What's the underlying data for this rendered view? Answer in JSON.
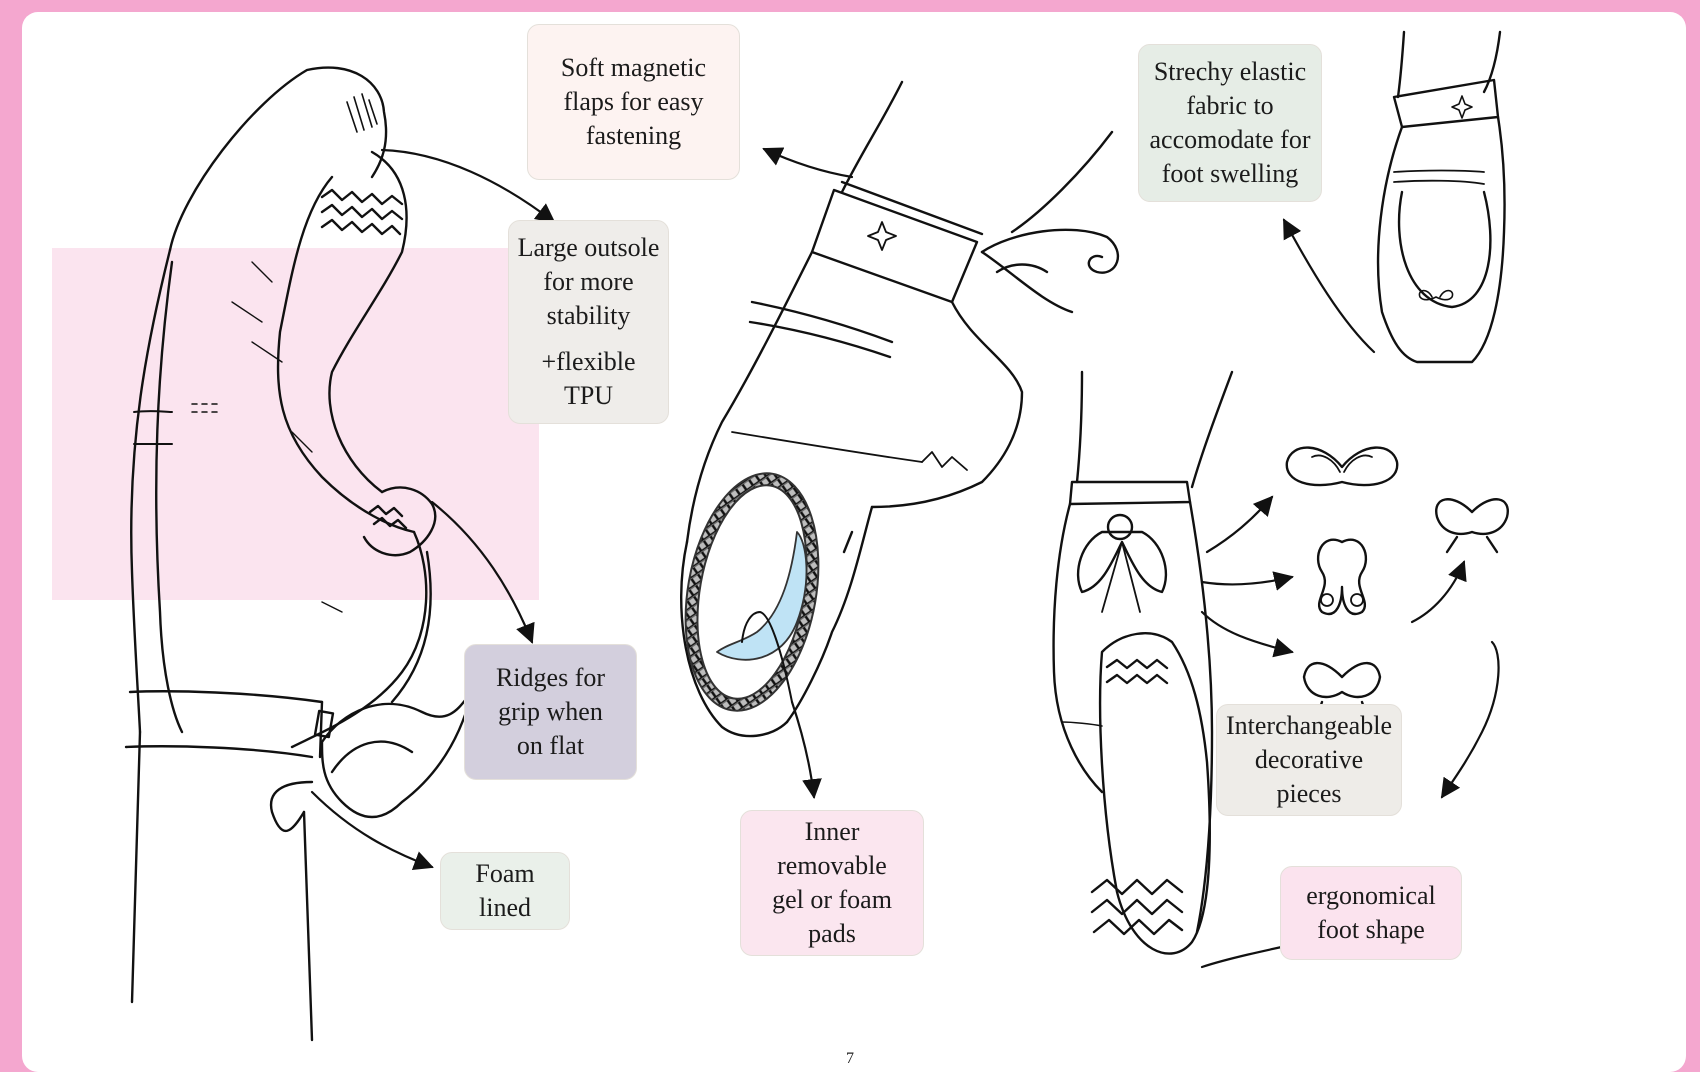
{
  "labels": {
    "magnetic_flaps": {
      "lines": [
        "Soft magnetic",
        "flaps for easy",
        "fastening"
      ],
      "bg": "#fdf3f1"
    },
    "large_outsole": {
      "lines": [
        "Large outsole",
        "for more",
        "stability"
      ],
      "extra_lines": [
        "+flexible",
        "TPU"
      ],
      "bg": "#efedea"
    },
    "ridges": {
      "lines": [
        "Ridges for",
        "grip when",
        "on flat"
      ],
      "bg": "#d3cfdd"
    },
    "foam_lined": {
      "lines": [
        "Foam",
        "lined"
      ],
      "bg": "#eaf0ea"
    },
    "stretchy_fabric": {
      "lines": [
        "Strechy elastic",
        "fabric to",
        "accomodate for",
        "foot swelling"
      ],
      "bg": "#e6ede6"
    },
    "inner_pads": {
      "lines": [
        "Inner",
        "removable",
        "gel or foam",
        "pads"
      ],
      "bg": "#fbe6ef"
    },
    "interchangeable": {
      "lines": [
        "Interchangeable",
        "decorative",
        "pieces"
      ],
      "bg": "#eeece8"
    },
    "ergonomic": {
      "lines": [
        "ergonomical",
        "foot shape"
      ],
      "bg": "#fbe3ee"
    }
  },
  "colors": {
    "frame": "#f4a7cf",
    "pink_panel": "#fbe4ef",
    "gel_pad": "#bfe3f5",
    "ink": "#111111"
  },
  "page_number": "7"
}
